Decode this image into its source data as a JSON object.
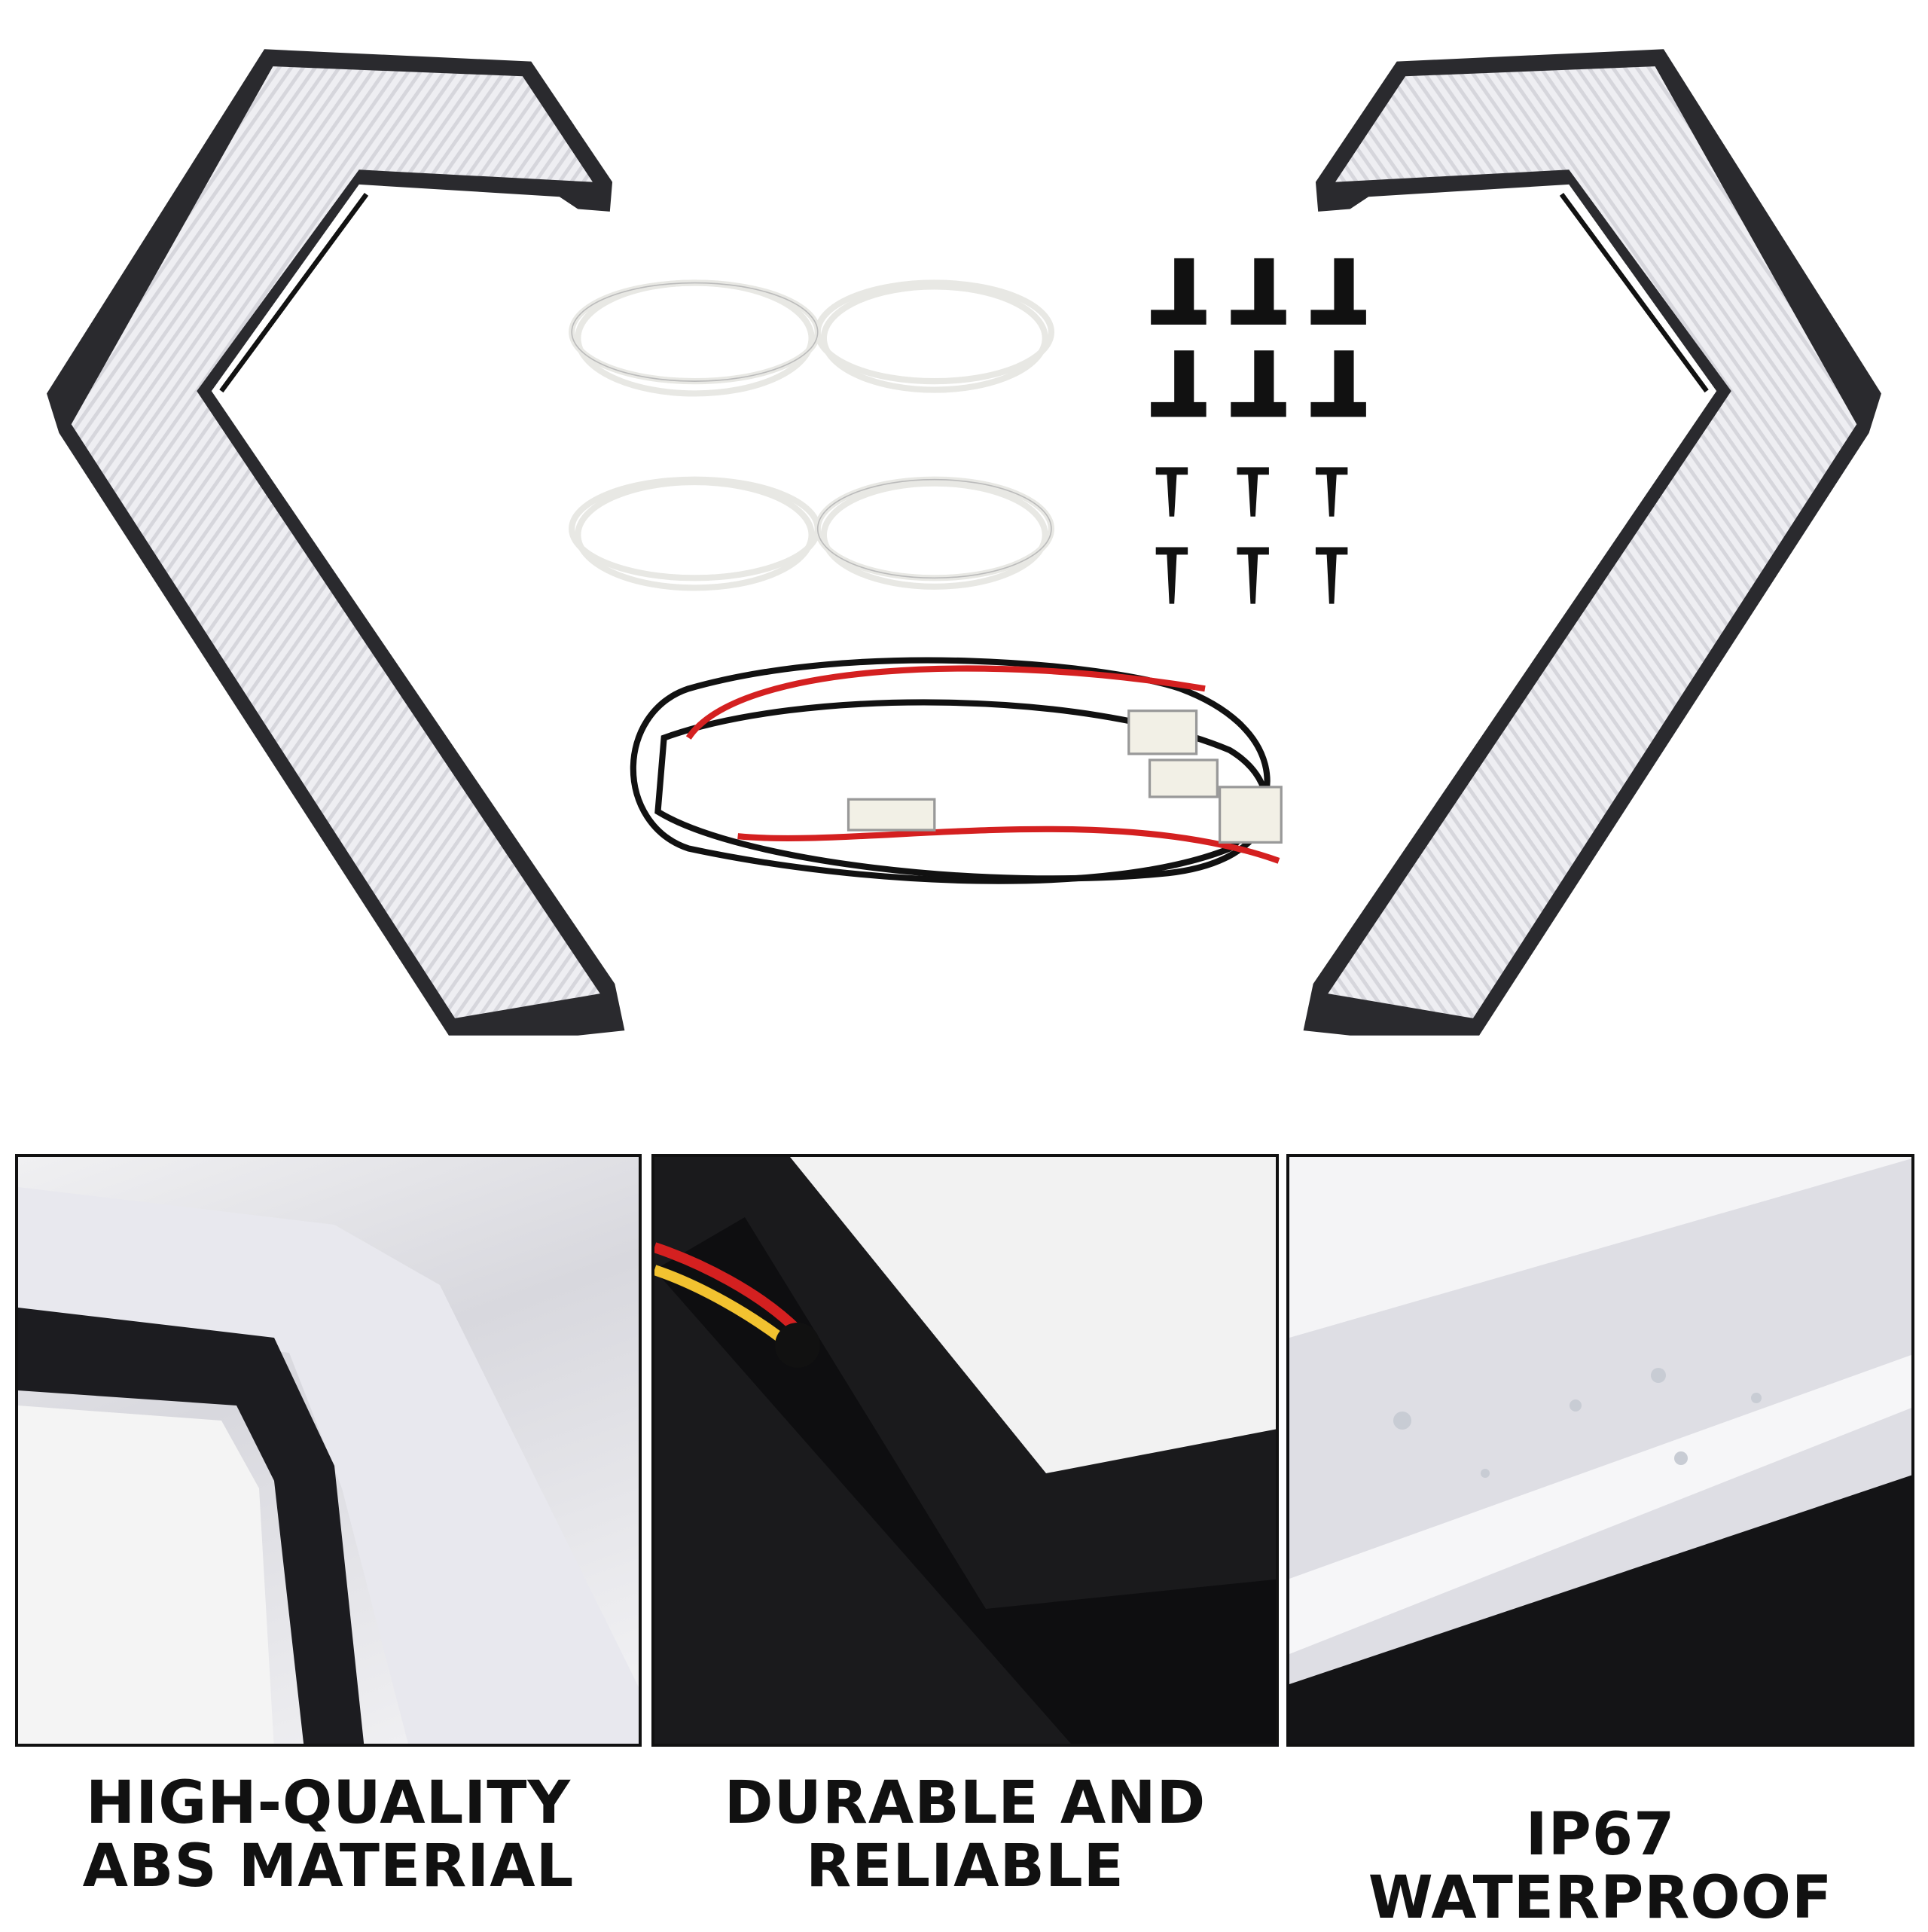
{
  "features": [
    {
      "line1": "HIGH-QUALITY",
      "line2": "ABS MATERIAL"
    },
    {
      "line1": "DURABLE AND",
      "line2": "RELIABLE"
    },
    {
      "line1": "IP67 WATERPROOF",
      "line2": ""
    }
  ],
  "colors": {
    "housing": "#1a1a1a",
    "lens": "#e6e6ea",
    "wire_red": "#d42020",
    "wire_yellow": "#f2c230"
  }
}
